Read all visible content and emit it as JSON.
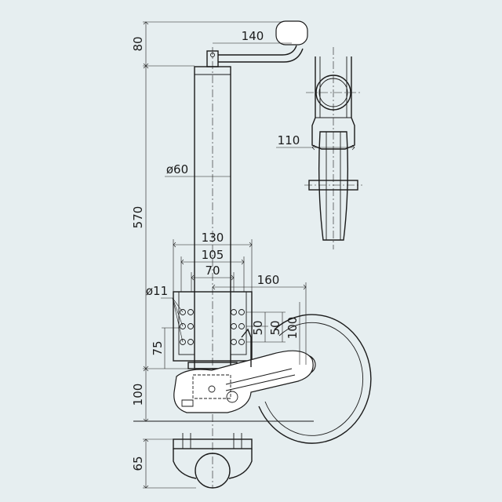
{
  "dimensions": {
    "top_height": "80",
    "crank_length": "140",
    "total_height": "570",
    "tube_diameter": "ø60",
    "plate_width_outer": "130",
    "plate_width_mid": "105",
    "plate_width_inner": "70",
    "hole_diameter": "ø11",
    "wheel_offset": "160",
    "wheel_height": "100",
    "hole_spacing_a": "50",
    "hole_spacing_b": "50",
    "plate_lower": "75",
    "foot_height": "100",
    "side_width": "110",
    "clamp_height": "65"
  }
}
